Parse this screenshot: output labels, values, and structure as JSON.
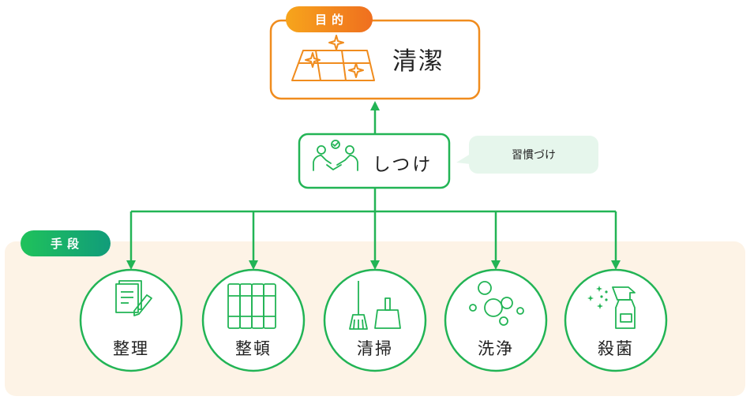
{
  "purpose": {
    "badge": "目的",
    "label": "清潔"
  },
  "discipline": {
    "label": "しつけ",
    "note": "習慣づけ"
  },
  "means": {
    "badge": "手段",
    "items": [
      {
        "label": "整理",
        "icon": "document-pen-icon"
      },
      {
        "label": "整頓",
        "icon": "binders-icon"
      },
      {
        "label": "清掃",
        "icon": "broom-dustpan-icon"
      },
      {
        "label": "洗浄",
        "icon": "bubbles-icon"
      },
      {
        "label": "殺菌",
        "icon": "spray-bottle-icon"
      }
    ]
  },
  "colors": {
    "orange": "#f08c1e",
    "green": "#22b455",
    "panel": "#fdf3e6",
    "note_bg": "#e6f6ec"
  }
}
